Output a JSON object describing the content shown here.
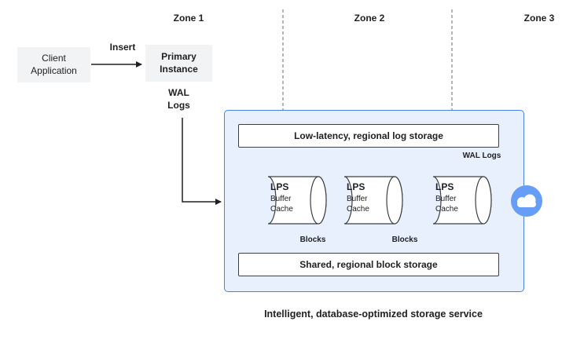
{
  "colors": {
    "box_gray": "#f1f3f4",
    "region_fill": "#e9f0fd",
    "region_border": "#4a80e8",
    "line": "#202124",
    "zone_divider": "#80868b",
    "cloud_blue": "#669df6"
  },
  "zones": [
    {
      "label": "Zone 1"
    },
    {
      "label": "Zone 2"
    },
    {
      "label": "Zone 3"
    }
  ],
  "client": {
    "line1": "Client",
    "line2": "Application"
  },
  "insert_label": "Insert",
  "primary": {
    "line1": "Primary",
    "line2": "Instance"
  },
  "wal_logs": {
    "line1": "WAL",
    "line2": "Logs"
  },
  "region": {
    "log_storage": "Low-latency, regional log storage",
    "wal_logs_label": "WAL Logs",
    "lps_nodes": [
      {
        "title": "LPS",
        "sub1": "Buffer",
        "sub2": "Cache"
      },
      {
        "title": "LPS",
        "sub1": "Buffer",
        "sub2": "Cache"
      },
      {
        "title": "LPS",
        "sub1": "Buffer",
        "sub2": "Cache"
      }
    ],
    "blocks_labels": [
      "Blocks",
      "Blocks"
    ],
    "block_storage": "Shared, regional block storage"
  },
  "caption": "Intelligent, database-optimized storage service"
}
